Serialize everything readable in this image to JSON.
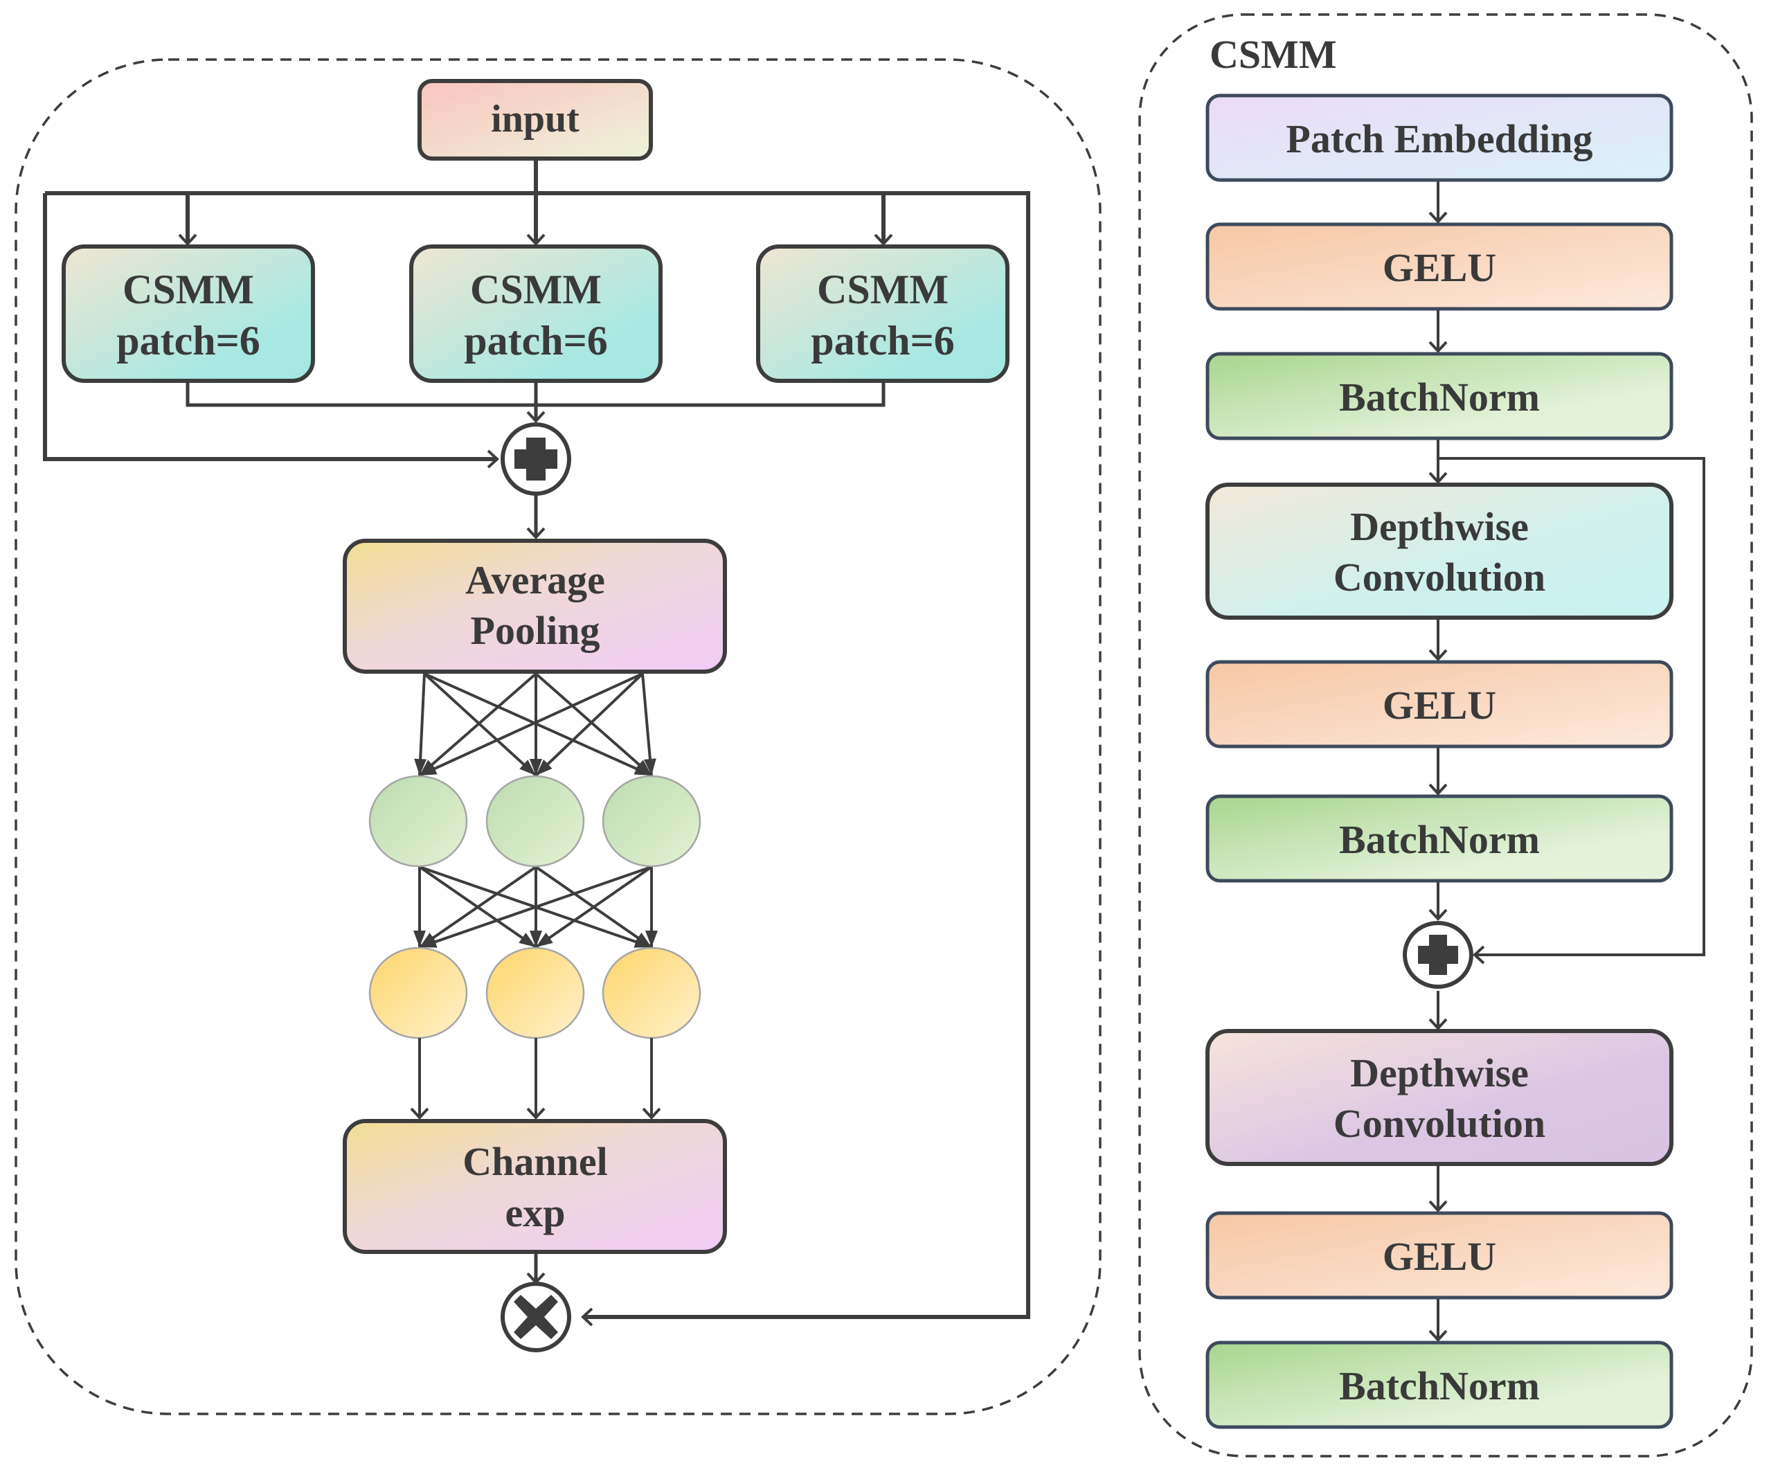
{
  "left_panel": {
    "input": "input",
    "csmm_blocks": [
      {
        "line1": "CSMM",
        "line2": "patch=6"
      },
      {
        "line1": "CSMM",
        "line2": "patch=6"
      },
      {
        "line1": "CSMM",
        "line2": "patch=6"
      }
    ],
    "add_op": "plus-icon",
    "avg_pool": {
      "line1": "Average",
      "line2": "Pooling"
    },
    "hidden_nodes": 3,
    "output_nodes": 3,
    "channel_exp": {
      "line1": "Channel",
      "line2": "exp"
    },
    "multiply_op": "multiply-icon"
  },
  "right_panel": {
    "title": "CSMM",
    "blocks": [
      {
        "id": "patch-embedding",
        "line1": "Patch Embedding"
      },
      {
        "id": "gelu-1",
        "line1": "GELU"
      },
      {
        "id": "batchnorm-1",
        "line1": "BatchNorm"
      },
      {
        "id": "depthwise-conv-1",
        "line1": "Depthwise",
        "line2": "Convolution"
      },
      {
        "id": "gelu-2",
        "line1": "GELU"
      },
      {
        "id": "batchnorm-2",
        "line1": "BatchNorm"
      },
      {
        "id": "depthwise-conv-2",
        "line1": "Depthwise",
        "line2": "Convolution"
      },
      {
        "id": "gelu-3",
        "line1": "GELU"
      },
      {
        "id": "batchnorm-3",
        "line1": "BatchNorm"
      }
    ],
    "add_op": "plus-icon"
  },
  "colors": {
    "stroke": "#3d3d3d",
    "stroke_blue": "#3e4a5c",
    "input_from": "#fbc4c0",
    "input_to": "#ecf4d8",
    "csmm_from": "#efe6d2",
    "csmm_to": "#a4e8e2",
    "pool_from": "#f1de93",
    "pool_to": "#f0ccf6",
    "green_node_from": "#bcdcae",
    "green_node_to": "#e4f1d4",
    "yellow_node_from": "#fdd66a",
    "yellow_node_to": "#fff0cc",
    "patch_from": "#ecdcf5",
    "patch_to": "#d9f1f8",
    "gelu_from": "#f6c7a4",
    "gelu_to": "#fde9dc",
    "bn_from": "#a8d68e",
    "bn_to": "#e6f2dc",
    "dw1_from": "#f2e8d8",
    "dw1_to": "#c9f2f0",
    "dw2_from": "#f5e4dc",
    "dw2_to": "#d7c4e2"
  }
}
